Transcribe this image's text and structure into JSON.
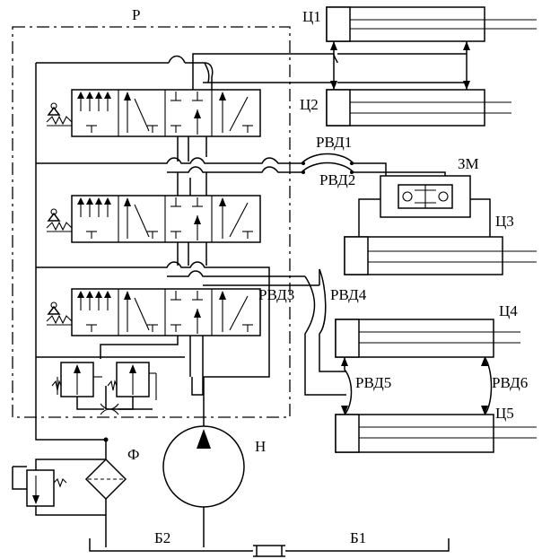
{
  "labels": {
    "line_p": "Р",
    "cyl1": "Ц1",
    "cyl2": "Ц2",
    "cyl3": "Ц3",
    "cyl4": "Ц4",
    "cyl5": "Ц5",
    "hose1": "РВД1",
    "hose2": "РВД2",
    "hose3": "РВД3",
    "hose4": "РВД4",
    "hose5": "РВД5",
    "hose6": "РВД6",
    "lock": "ЗМ",
    "filter": "Ф",
    "pump": "Н",
    "tank1": "Б1",
    "tank2": "Б2"
  },
  "colors": {
    "stroke": "#000000",
    "background": "#ffffff"
  },
  "icons": {
    "valve_actuator": "lever-spring-icon",
    "pump_arrow": "triangle-up-icon",
    "filter_symbol": "diamond-filter-icon"
  }
}
